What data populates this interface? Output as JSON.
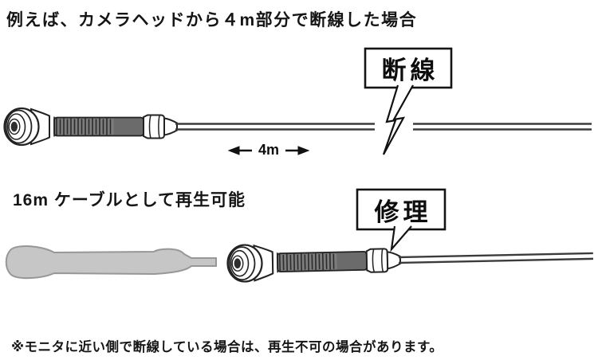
{
  "title": {
    "text": "例えば、カメラヘッドから４m部分で断線した場合"
  },
  "broken_diagram": {
    "callout_label": "断線",
    "distance_label": "4m"
  },
  "repaired_diagram": {
    "heading": "16m ケーブルとして再生可能",
    "callout_label": "修理"
  },
  "footnote": {
    "text": "※モニタに近い側で断線している場合は、再生不可の場合があります。"
  },
  "icons": {
    "break_symbol": "lightning-bolt-icon",
    "distance_arrows": "left-right-arrow-icons"
  },
  "colors": {
    "background": "#ffffff",
    "text": "#1a1a1a",
    "outline": "#222222",
    "cable": "#3b3b3b",
    "sleeve_fill": "#6b6b6b",
    "coil_fill": "#7d7d7d",
    "ghost_fill": "#c6c6c6",
    "ghost_outline": "#979797",
    "callout_border": "#141414"
  }
}
